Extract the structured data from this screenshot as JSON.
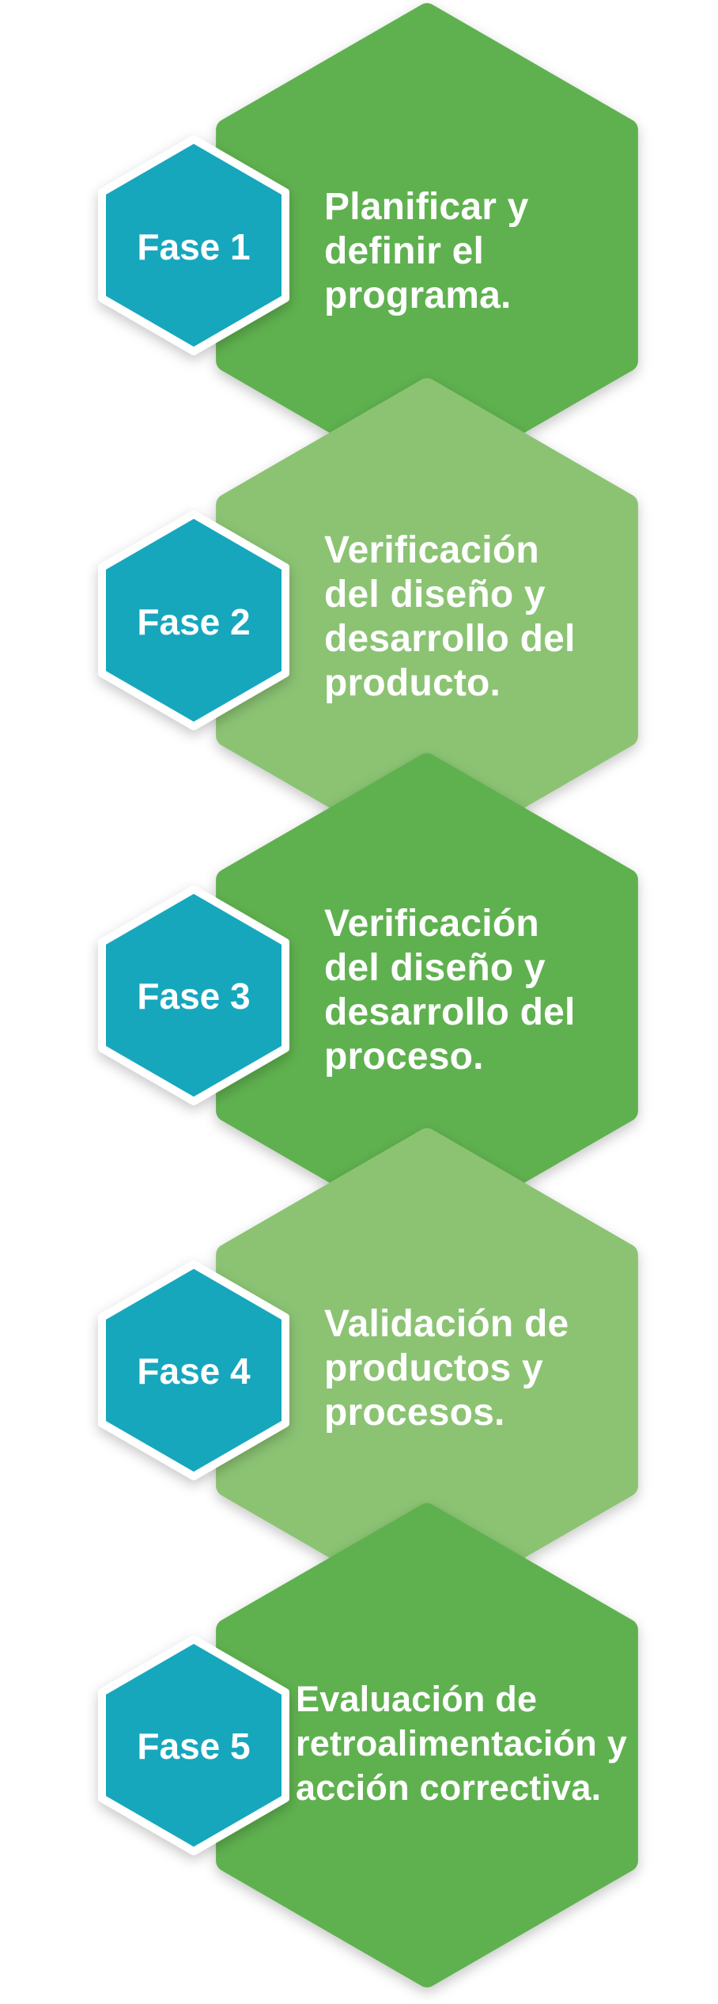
{
  "phases": [
    {
      "label": "Fase 1",
      "text": "Planificar y definir el programa."
    },
    {
      "label": "Fase 2",
      "text": "Verificación del diseño y desarrollo del producto."
    },
    {
      "label": "Fase 3",
      "text": "Verificación del diseño y desarrollo del proceso."
    },
    {
      "label": "Fase 4",
      "text": "Validación de productos y procesos."
    },
    {
      "label": "Fase 5",
      "text": "Evaluación de retroalimentación y acción correctiva."
    }
  ],
  "colors": {
    "green_dark": "#5fb14f",
    "green_light": "#8bc373",
    "teal": "#13a7bd",
    "white": "#ffffff",
    "background": "#ffffff"
  }
}
